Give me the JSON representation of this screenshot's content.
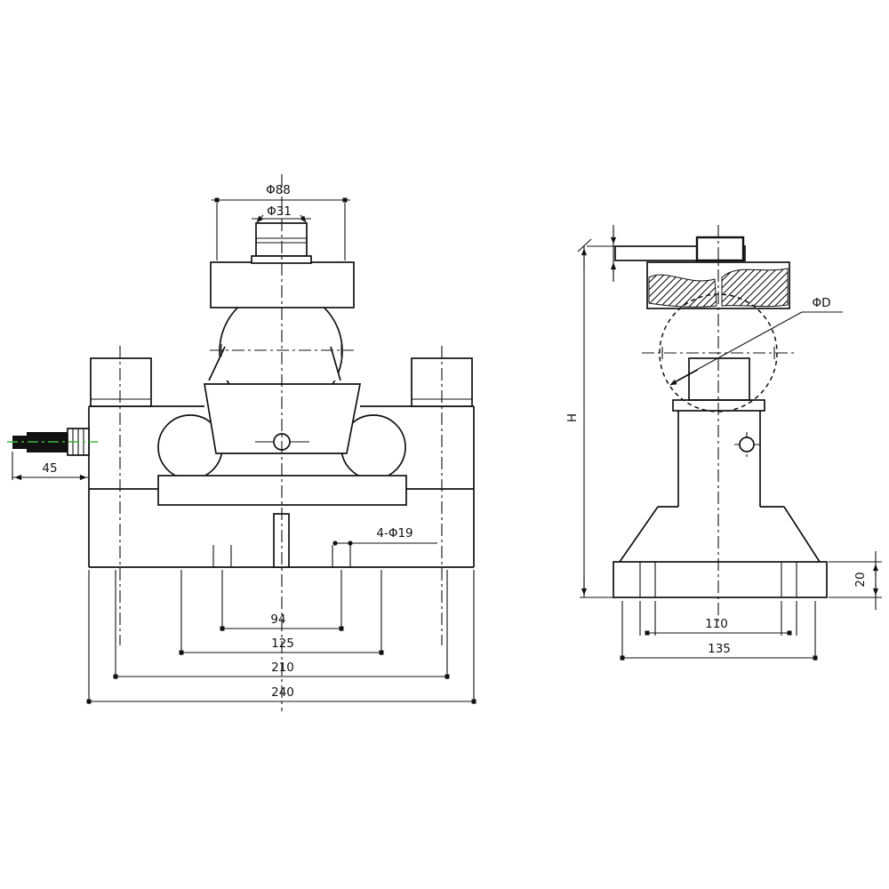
{
  "meta": {
    "type": "engineering-drawing",
    "subject": "double-ended shear beam load cell with ball mounting kit, front and side orthographic views"
  },
  "colors": {
    "line": "#111111",
    "accent_centerline": "#3cb83c",
    "paper": "#ffffff"
  },
  "front_view": {
    "labels": {
      "plate_dia": "Φ88",
      "cup_dia": "Φ31",
      "cable_length": "45",
      "mount_holes": "4-Φ19",
      "span_94": "94",
      "span_125": "125",
      "span_210": "210",
      "span_240": "240"
    }
  },
  "side_view": {
    "labels": {
      "ball_dia": "ΦD",
      "overall_height": "H",
      "hole_span": "110",
      "base_width": "135",
      "base_thickness": "20"
    }
  }
}
